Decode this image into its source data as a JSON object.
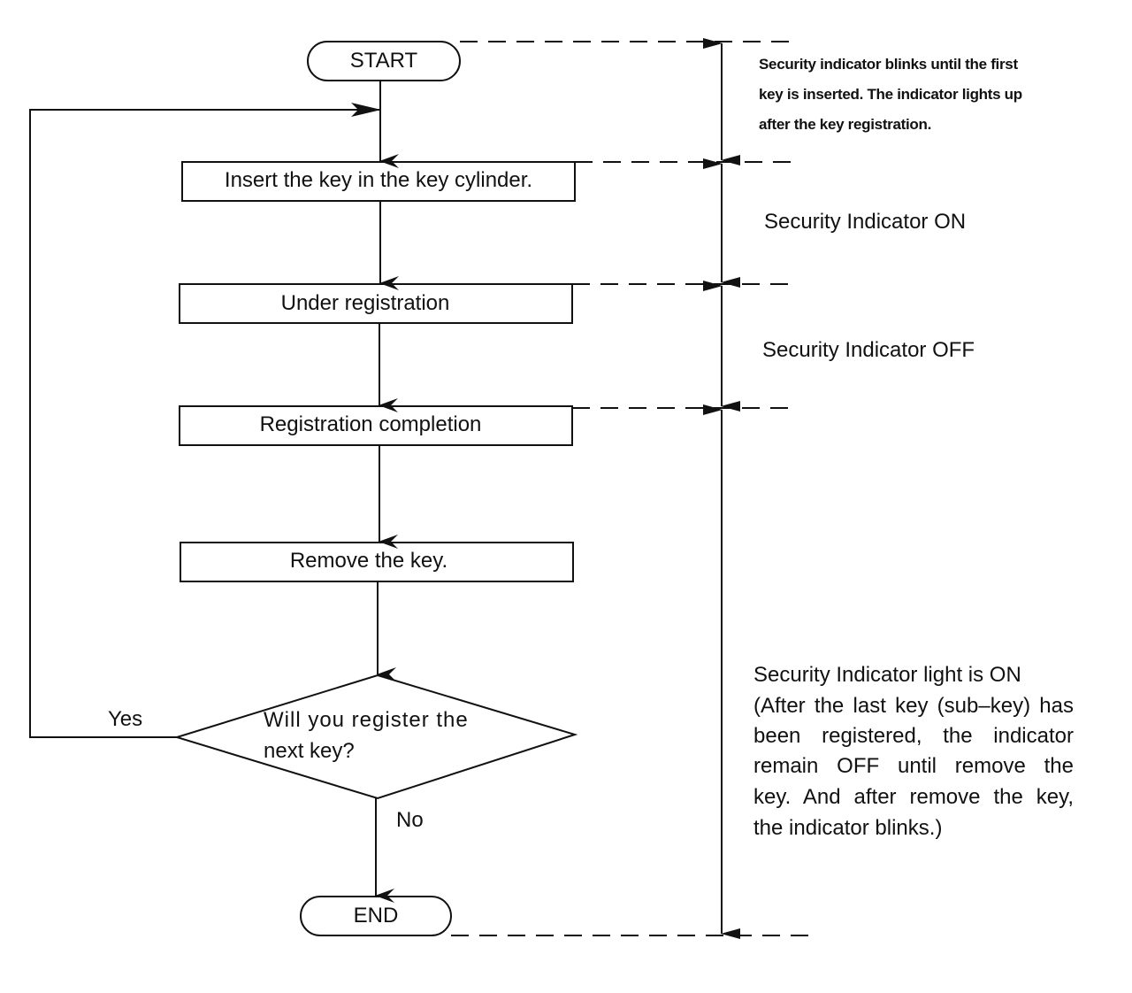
{
  "flowchart": {
    "start_label": "START",
    "step1_label": "Insert the key in the key cylinder.",
    "step2_label": "Under registration",
    "step3_label": "Registration completion",
    "step4_label": "Remove the key.",
    "decision_line1": "Will you register the",
    "decision_line2": "next key?",
    "yes_label": "Yes",
    "no_label": "No",
    "end_label": "END"
  },
  "indicator_notes": {
    "note1_line1": "Security indicator blinks until the first",
    "note1_line2": "key is inserted. The indicator lights up",
    "note1_line3": "after the key registration.",
    "note2": "Security Indicator ON",
    "note3": "Security Indicator OFF",
    "note4_line1": "Security Indicator light is ON",
    "note4_line2": "(After the last key (sub–key) has",
    "note4_line3": "been registered, the indicator",
    "note4_line4": "remain OFF until remove the",
    "note4_line5": "key. And after remove the key,",
    "note4_line6": "the indicator blinks.)"
  },
  "colors": {
    "ink": "#111111",
    "background": "#ffffff"
  }
}
